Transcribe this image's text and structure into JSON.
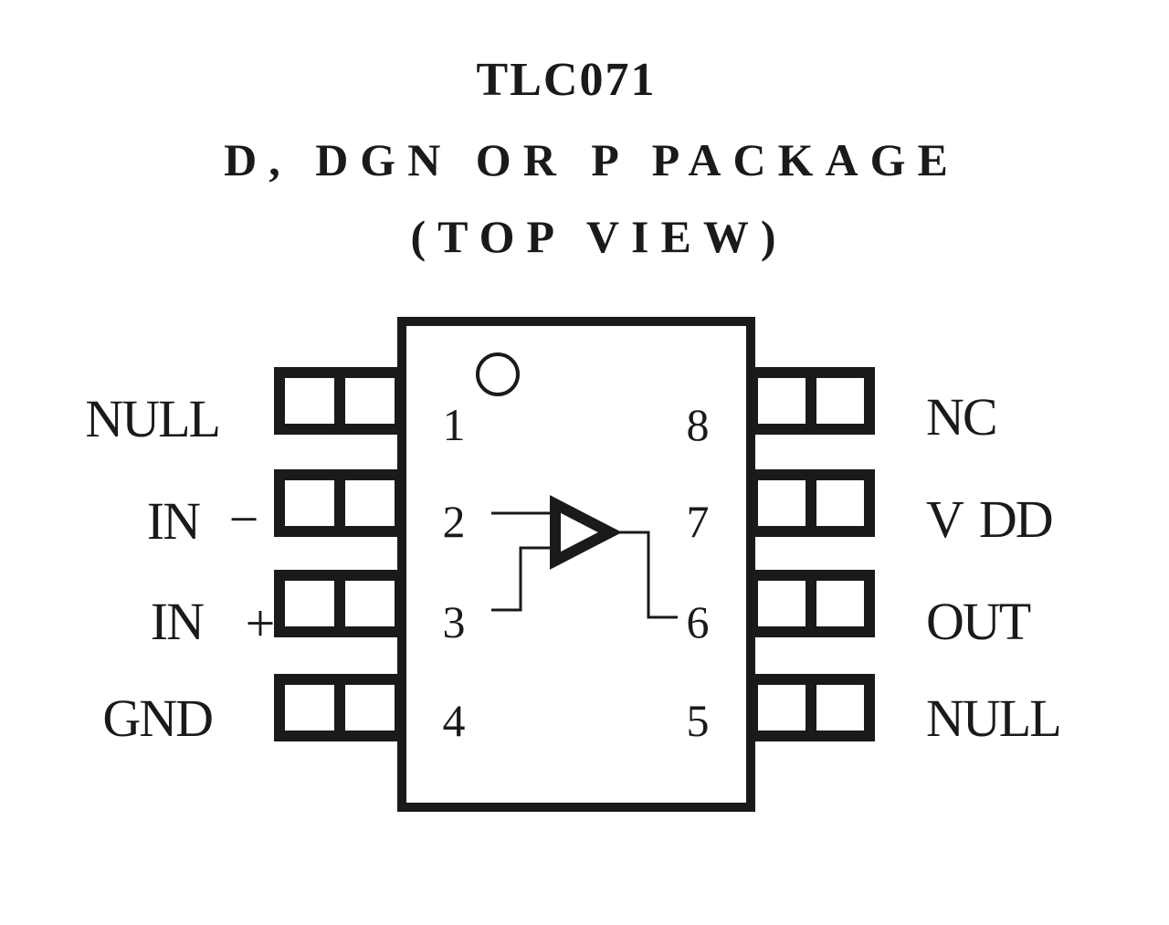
{
  "header": {
    "part_number": "TLC071",
    "package_line": "D, DGN OR P PACKAGE",
    "view_line": "(TOP VIEW)"
  },
  "pins": {
    "left": [
      {
        "number": "1",
        "label": "NULL"
      },
      {
        "number": "2",
        "label": "IN",
        "polarity": "−"
      },
      {
        "number": "3",
        "label": "IN",
        "polarity": "+"
      },
      {
        "number": "4",
        "label": "GND"
      }
    ],
    "right": [
      {
        "number": "8",
        "label": "NC"
      },
      {
        "number": "7",
        "label": "V",
        "subscript": "DD"
      },
      {
        "number": "6",
        "label": "OUT"
      },
      {
        "number": "5",
        "label": "NULL"
      }
    ]
  },
  "colors": {
    "ink": "#1a1a1a",
    "background": "#ffffff"
  },
  "icons": {
    "pin1_marker": "pin1-orientation-circle",
    "amplifier": "op-amp-triangle-symbol"
  }
}
